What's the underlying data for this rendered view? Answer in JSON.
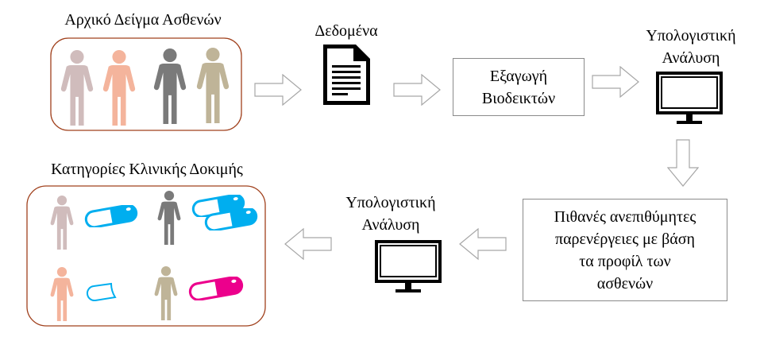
{
  "labels": {
    "initial_sample": "Αρχικό Δείγμα Ασθενών",
    "data": "Δεδομένα",
    "computation_top_1": "Υπολογιστική",
    "computation_top_2": "Ανάλυση",
    "trial_categories": "Κατηγορίες Κλινικής Δοκιμής",
    "computation_bottom_1": "Υπολογιστική",
    "computation_bottom_2": "Ανάλυση"
  },
  "boxes": {
    "biomarkers_1": "Εξαγωγή",
    "biomarkers_2": "Βιοδεικτών",
    "side_effects_1": "Πιθανές ανεπιθύμητες",
    "side_effects_2": "παρενέργειες με βάση",
    "side_effects_3": "τα προφίλ των",
    "side_effects_4": "ασθενών"
  },
  "colors": {
    "person_pink": "#d0bcbc",
    "person_salmon": "#f4b49c",
    "person_gray": "#7a7a7a",
    "person_tan": "#bfb498",
    "capsule_blue": "#00aeef",
    "capsule_magenta": "#ec008c",
    "group_border": "#a0401c",
    "arrow_outline": "#a6a6a6"
  }
}
